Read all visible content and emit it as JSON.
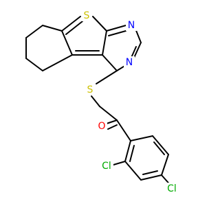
{
  "atoms": {
    "S1": {
      "label": "S",
      "color": "#ccc000"
    },
    "N1": {
      "label": "N",
      "color": "#0000ff"
    },
    "N2": {
      "label": "N",
      "color": "#0000ff"
    },
    "S2": {
      "label": "S",
      "color": "#ccc000"
    },
    "O1": {
      "label": "O",
      "color": "#ff0000"
    },
    "Cl1": {
      "label": "Cl",
      "color": "#00aa00"
    },
    "Cl2": {
      "label": "Cl",
      "color": "#00aa00"
    }
  }
}
